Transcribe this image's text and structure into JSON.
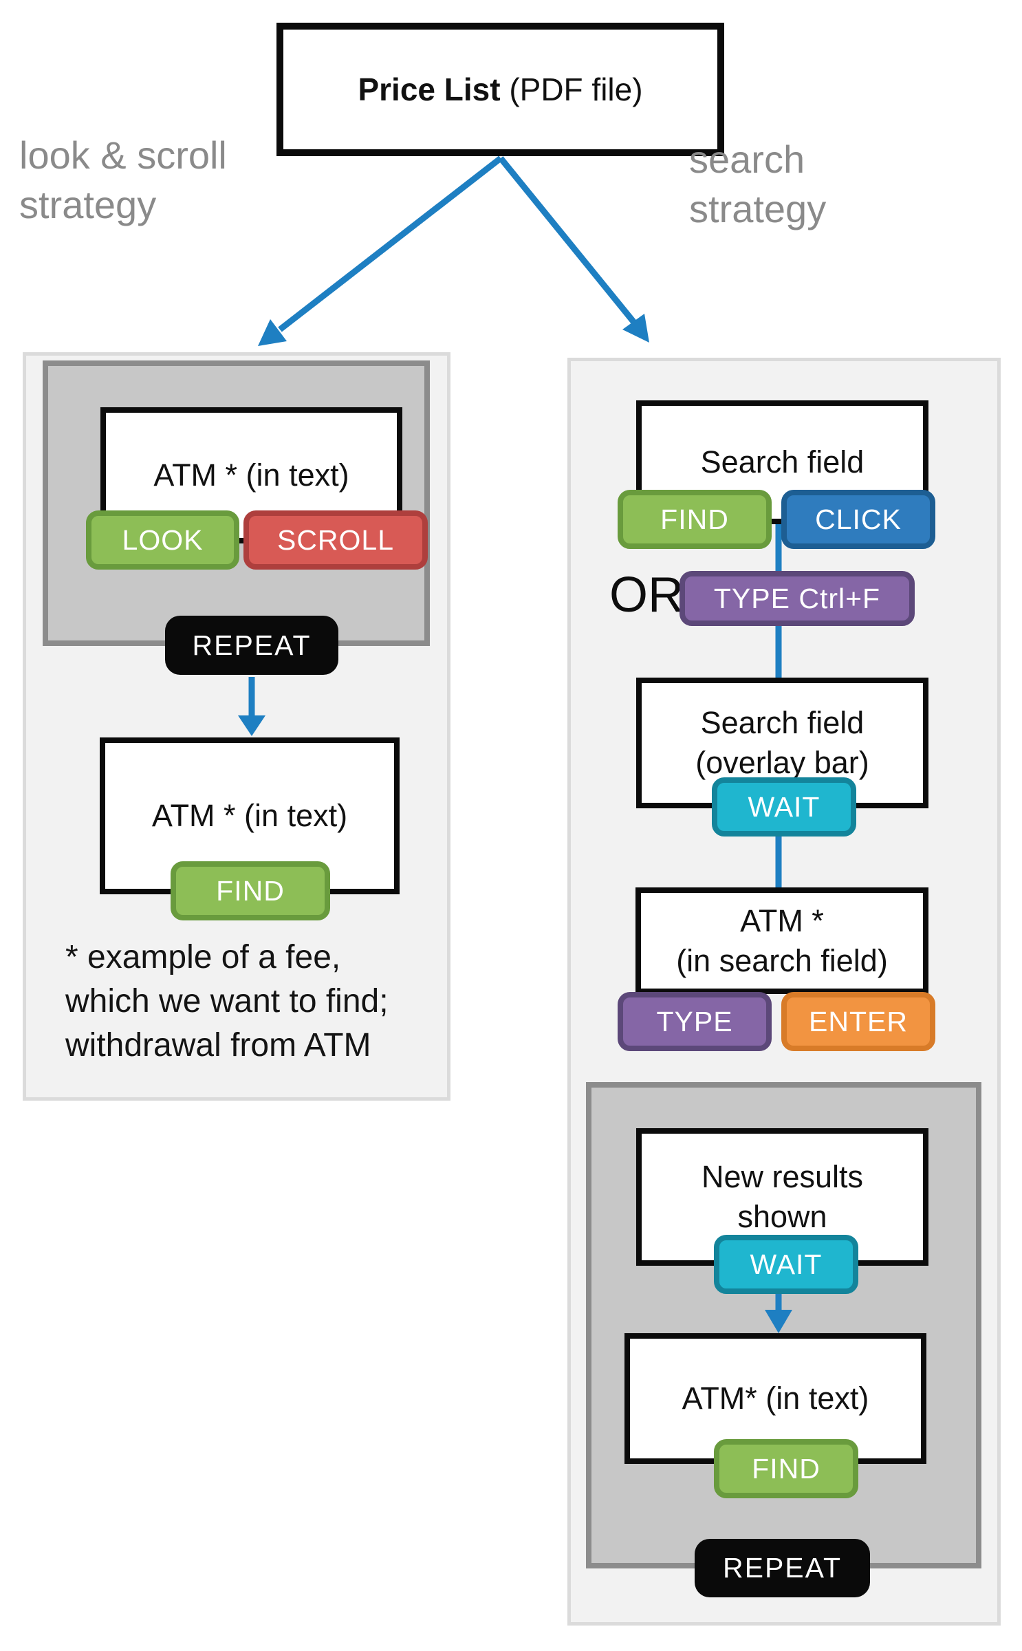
{
  "title_box": {
    "bold": "Price List",
    "rest": " (PDF file)"
  },
  "left": {
    "label_line1": "look & scroll",
    "label_line2": "strategy",
    "box_top": "ATM * (in text)",
    "look": "LOOK",
    "scroll": "SCROLL",
    "repeat": "REPEAT",
    "box_bottom": "ATM * (in text)",
    "find": "FIND",
    "note_line1": "* example of a fee,",
    "note_line2": "which we want to find;",
    "note_line3": "withdrawal from ATM"
  },
  "right": {
    "label_line1": "search",
    "label_line2": "strategy",
    "box_search": "Search field",
    "find": "FIND",
    "click": "CLICK",
    "or": "OR",
    "type_ctrl_f": "TYPE Ctrl+F",
    "box_overlay_line1": "Search field",
    "box_overlay_line2": "(overlay bar)",
    "wait1": "WAIT",
    "box_atm_line1": "ATM *",
    "box_atm_line2": "(in search field)",
    "type": "TYPE",
    "enter": "ENTER",
    "box_results_line1": "New results",
    "box_results_line2": "shown",
    "wait2": "WAIT",
    "box_atm_text": "ATM* (in text)",
    "find2": "FIND",
    "repeat": "REPEAT"
  },
  "colors": {
    "arrow_blue": "#1E7FC2",
    "chip_green": "#8DBE56",
    "chip_red": "#D85A55",
    "chip_blue": "#2F7CBE",
    "chip_purple": "#8566A6",
    "chip_teal": "#1FB6CF",
    "chip_orange": "#F29441",
    "badge_black": "#0A0A0A",
    "label_gray": "#8A8A8A",
    "panel_light": "#F2F2F2",
    "panel_dark": "#C7C7C7"
  }
}
